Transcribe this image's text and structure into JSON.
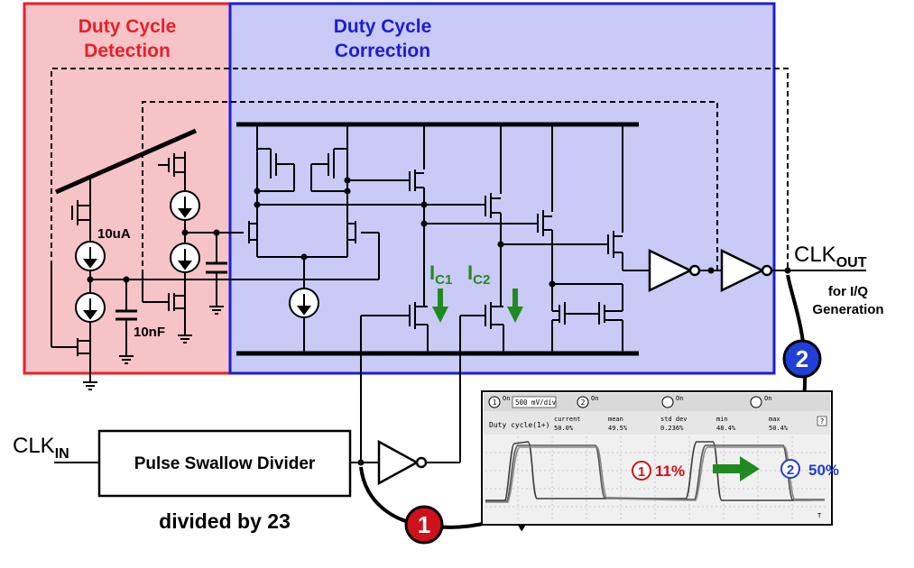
{
  "regions": {
    "detection": {
      "title_line1": "Duty Cycle",
      "title_line2": "Detection",
      "color": "#e8202a",
      "fill": "#f6c3c7"
    },
    "correction": {
      "title_line1": "Duty Cycle",
      "title_line2": "Correction",
      "color": "#1c1cd8",
      "fill": "#c9caf5"
    }
  },
  "circuit": {
    "current_source_label": "10uA",
    "capacitor_label": "10nF",
    "ic1_main": "I",
    "ic1_sub": "C1",
    "ic2_main": "I",
    "ic2_sub": "C2",
    "current_arrow_color": "#1f8a1f"
  },
  "signals": {
    "clk_in_main": "CLK",
    "clk_in_sub": "IN",
    "clk_out_main": "CLK",
    "clk_out_sub": "OUT",
    "clk_out_note_line1": "for I/Q",
    "clk_out_note_line2": "Generation"
  },
  "divider": {
    "label": "Pulse Swallow Divider",
    "note": "divided by 23"
  },
  "markers": {
    "marker1": "1",
    "marker2": "2",
    "color": "#d0101a",
    "color2": "#1f3fd6"
  },
  "scope": {
    "ch1_label": "1",
    "ch1_on": "On",
    "ch1_scale": "500 mV/div",
    "ch2_label": "2",
    "ch2_on": "On",
    "ch3_on": "On",
    "ch4_on": "On",
    "help": "?",
    "measure_name": "Duty cycle(1+)",
    "stats": [
      {
        "name": "current",
        "value": "50.0%"
      },
      {
        "name": "mean",
        "value": "49.5%"
      },
      {
        "name": "std dev",
        "value": "0.236%"
      },
      {
        "name": "min",
        "value": "48.4%"
      },
      {
        "name": "max",
        "value": "50.4%"
      }
    ],
    "annot_before_num": "1",
    "annot_before": "11%",
    "annot_after_num": "2",
    "annot_after": "50%",
    "trigger_mark": "T"
  }
}
